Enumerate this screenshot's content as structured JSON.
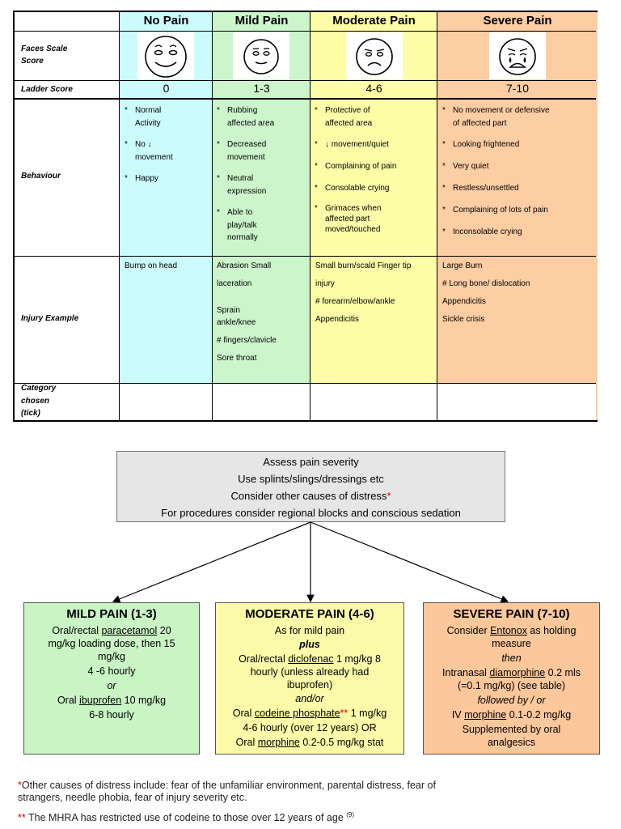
{
  "table": {
    "headers": [
      "No Pain",
      "Mild Pain",
      "Moderate Pain",
      "Severe Pain"
    ],
    "row_labels": {
      "faces": [
        "Faces Scale",
        "Score"
      ],
      "ladder": "Ladder Score",
      "behaviour": "Behaviour",
      "injury": "Injury Example",
      "category": [
        "Category",
        "chosen",
        "(tick)"
      ]
    },
    "ladder_scores": [
      "0",
      "1-3",
      "4-6",
      "7-10"
    ],
    "behaviour": [
      [
        [
          "Normal",
          "Activity"
        ],
        [
          "No ↓",
          "movement"
        ],
        [
          "Happy"
        ]
      ],
      [
        [
          "Rubbing",
          "affected area"
        ],
        [
          "Decreased",
          "movement"
        ],
        [
          "Neutral",
          "expression"
        ],
        [
          "Able to",
          "play/talk",
          "normally"
        ]
      ],
      [
        [
          "Protective of",
          "affected area"
        ],
        [
          "↓ movement/quiet"
        ],
        [
          "Complaining of pain"
        ],
        [
          "Consolable crying"
        ],
        [
          "Grimaces when",
          "affected part",
          "moved/touched"
        ]
      ],
      [
        [
          "No movement or defensive",
          "of affected part"
        ],
        [
          "Looking frightened"
        ],
        [
          "Very quiet"
        ],
        [
          "Restless/unsettled"
        ],
        [
          "Complaining of lots of pain"
        ],
        [
          "Inconsolable crying"
        ]
      ]
    ],
    "injury": [
      [
        "Bump on head"
      ],
      [
        "Abrasion Small",
        "laceration",
        "Sprain",
        "ankle/knee",
        "# fingers/clavicle",
        "Sore throat"
      ],
      [
        "Small burn/scald Finger tip",
        "injury",
        "# forearm/elbow/ankle",
        "Appendicitis"
      ],
      [
        "Large Burn",
        "# Long bone/ dislocation",
        "Appendicitis",
        "Sickle crisis"
      ]
    ],
    "bullet": "*",
    "colors": [
      "#ccfbfb",
      "#ccf5cc",
      "#fdfda8",
      "#fdcda3"
    ]
  },
  "flow": {
    "assess": {
      "line1": "Assess pain severity",
      "line2": "Use splints/slings/dressings etc",
      "line3": "Consider other causes of distress",
      "star": "*",
      "line4": "For procedures consider regional blocks and conscious sedation"
    },
    "mild": {
      "title": "MILD PAIN (1-3)",
      "l1a": "Oral/rectal ",
      "l1u": "paracetamol",
      "l1b": " 20",
      "l2": "mg/kg loading dose, then 15",
      "l3": "mg/kg",
      "l4": "4 -6 hourly",
      "l5": "or",
      "l6a": "Oral ",
      "l6u": "ibuprofen",
      "l6b": " 10 mg/kg",
      "l7": "6-8 hourly"
    },
    "moderate": {
      "title": "MODERATE PAIN (4-6)",
      "l1": "As for mild pain",
      "l2": "plus",
      "l3a": "Oral/rectal ",
      "l3u": "diclofenac",
      "l3b": " 1 mg/kg 8",
      "l4": "hourly (unless already had",
      "l5": "ibuprofen)",
      "l6": "and/or",
      "l7a": "Oral ",
      "l7u": "codeine phosphate",
      "l7s": "**",
      "l7b": " 1 mg/kg",
      "l8": "4-6 hourly (over 12 years) OR",
      "l9a": "Oral ",
      "l9u": "morphine",
      "l9b": " 0.2-0.5 mg/kg stat"
    },
    "severe": {
      "title": "SEVERE PAIN (7-10)",
      "l1a": "Consider ",
      "l1u": "Entonox",
      "l1b": " as holding",
      "l2": "measure",
      "l3": "then",
      "l4a": "Intranasal ",
      "l4u": "diamorphine",
      "l4b": " 0.2 mls",
      "l5": "(=0.1 mg/kg) (see table)",
      "l6": "followed by / or",
      "l7a": "IV ",
      "l7u": "morphine",
      "l7b": " 0.1-0.2 mg/kg",
      "l8": "Supplemented by oral",
      "l9": "analgesics"
    }
  },
  "footnotes": {
    "f1_star": "*",
    "f1_line1": "Other causes of distress include: fear of the unfamiliar environment, parental distress, fear of",
    "f1_line2": "strangers, needle phobia, fear of injury severity etc.",
    "f2_star": "**",
    "f2_text": " The MHRA has restricted use of codeine to those over 12 years of age ",
    "f2_ref": "(9)"
  }
}
